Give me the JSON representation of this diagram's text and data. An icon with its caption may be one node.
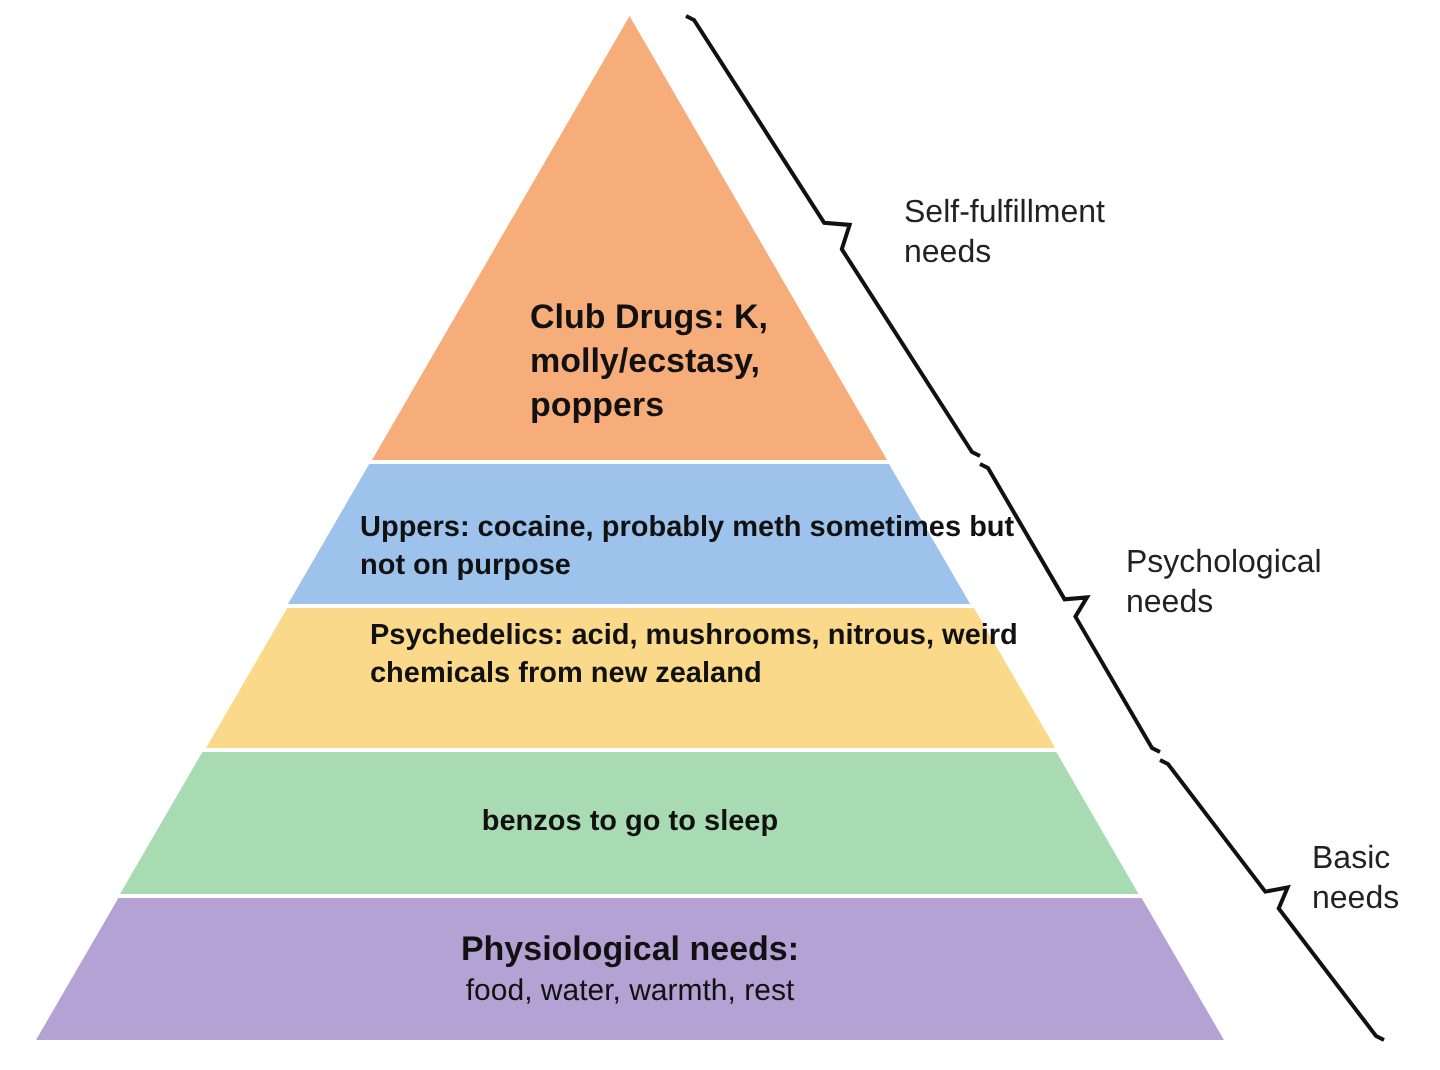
{
  "diagram": {
    "nodes": [
      {
        "text": [
          "Club Drugs: K, molly/ecstasy, poppers"
        ]
      },
      {
        "text": [
          "Uppers: cocaine, probably meth sometimes but not on purpose"
        ]
      },
      {
        "text": [
          "Psychedelics: acid, mushrooms, nitrous, weird chemicals from new zealand"
        ]
      },
      {
        "text": [
          "benzos to go to sleep"
        ]
      },
      {
        "text": [
          "Physiological needs:",
          "food, water, warmth, rest"
        ]
      }
    ],
    "labels": [
      "Self-fulfillment needs",
      "Psychological needs",
      "Basic needs"
    ]
  }
}
